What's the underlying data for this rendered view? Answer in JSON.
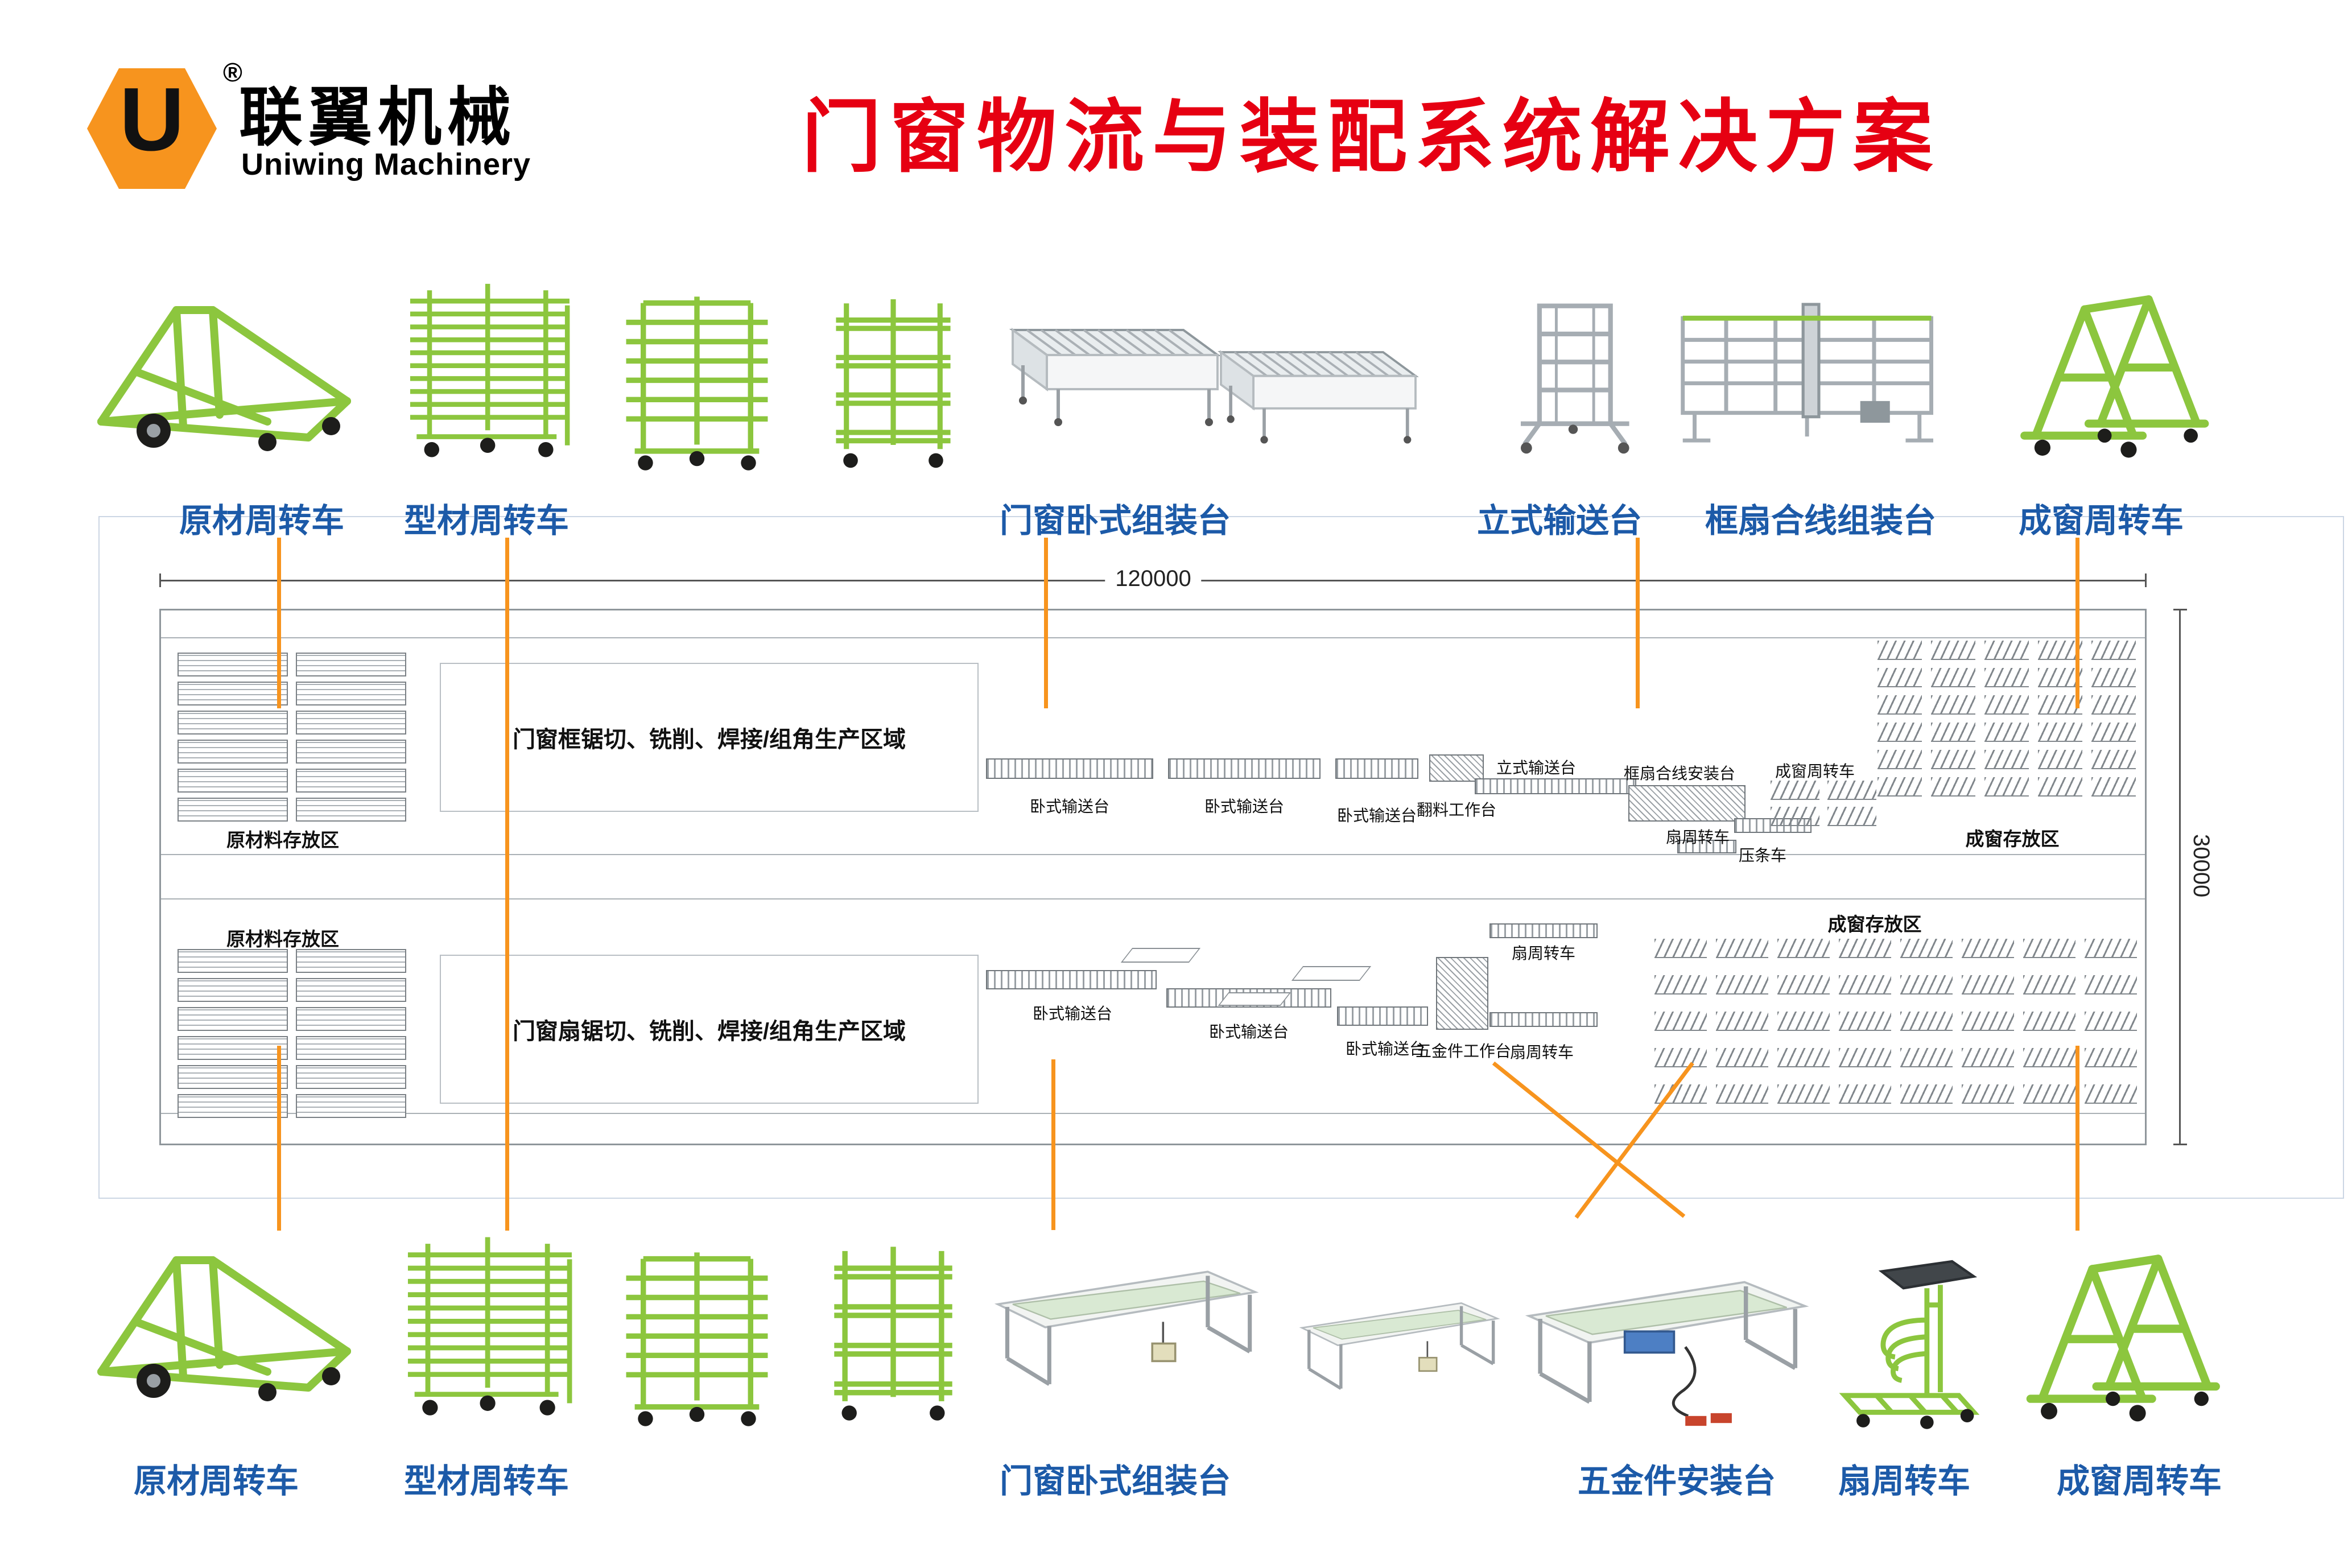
{
  "header": {
    "logo_letter": "U",
    "registered": "®",
    "brand_cn": "联翼机械",
    "brand_en": "Uniwing Machinery",
    "title": "门窗物流与装配系统解决方案"
  },
  "top_equipment": {
    "raw_material_cart": "原材周转车",
    "profile_cart": "型材周转车",
    "horizontal_assembly_table": "门窗卧式组装台",
    "vertical_conveyor": "立式输送台",
    "frame_sash_assembly_table": "框扇合线组装台",
    "finished_window_cart": "成窗周转车"
  },
  "bottom_equipment": {
    "raw_material_cart": "原材周转车",
    "profile_cart": "型材周转车",
    "horizontal_assembly_table": "门窗卧式组装台",
    "hardware_install_table": "五金件安装台",
    "sash_cart": "扇周转车",
    "finished_window_cart": "成窗周转车"
  },
  "plan": {
    "dim_width": "120000",
    "dim_height": "30000",
    "raw_storage_top": "原材料存放区",
    "raw_storage_bottom": "原材料存放区",
    "frame_production_area": "门窗框锯切、铣削、焊接/组角生产区域",
    "sash_production_area": "门窗扇锯切、铣削、焊接/组角生产区域",
    "top_line": {
      "conveyor1": "卧式输送台",
      "conveyor2": "卧式输送台",
      "conveyor3": "卧式输送台",
      "flip_table": "翻料工作台",
      "vertical_conveyor": "立式输送台",
      "frame_sash_install": "框扇合线安装台",
      "sash_cart": "扇周转车",
      "bead_cart": "压条车",
      "finished_cart": "成窗周转车",
      "finished_storage": "成窗存放区"
    },
    "bottom_line": {
      "conveyor1": "卧式输送台",
      "conveyor2": "卧式输送台",
      "conveyor3": "卧式输送台",
      "hardware_table": "五金件工作台",
      "sash_cart1": "扇周转车",
      "sash_cart2": "扇周转车",
      "finished_storage": "成窗存放区"
    }
  },
  "colors": {
    "accent_orange": "#F7941E",
    "title_red": "#E60012",
    "label_blue": "#1C5AA8",
    "equipment_green": "#8CC63E"
  }
}
